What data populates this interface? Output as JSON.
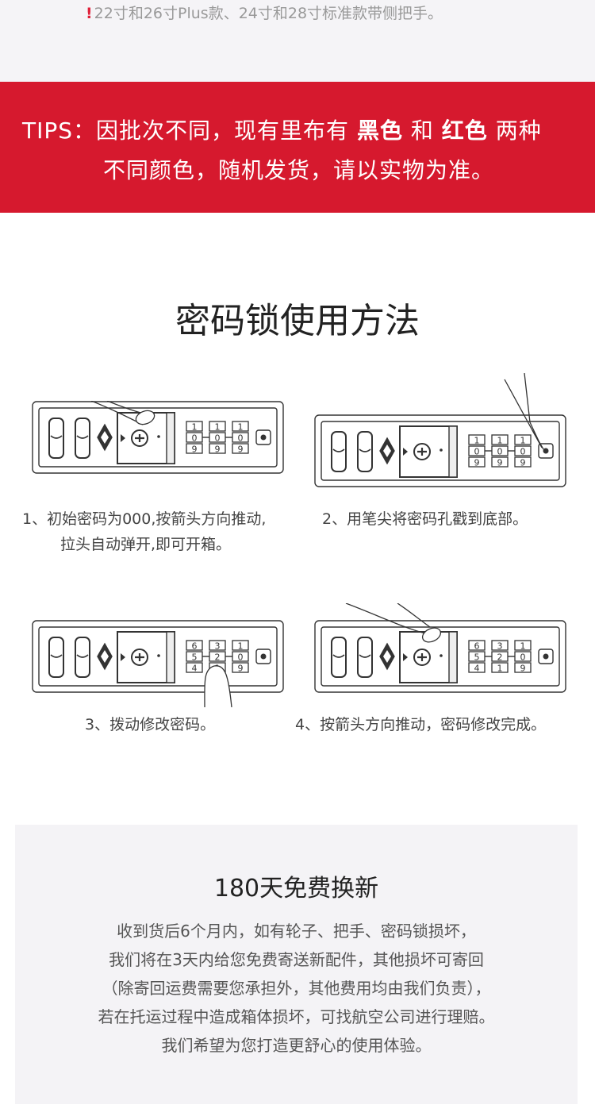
{
  "top_note": {
    "mark": "!",
    "text": "22寸和26寸Plus款、24寸和28寸标准款带侧把手。"
  },
  "tips": {
    "line1_prefix": "TIPS：因批次不同，现有里布有",
    "black": "黑色",
    "and": "和",
    "red": "红色",
    "line1_suffix": "两种",
    "line2": "不同颜色，随机发货，请以实物为准。"
  },
  "lock_section": {
    "title": "密码锁使用方法",
    "steps": [
      {
        "line1": "1、初始密码为000,按箭头方向推动,",
        "line2": "拉头自动弹开,即可开箱。",
        "digits": [
          [
            "1",
            "0",
            "9"
          ],
          [
            "1",
            "0",
            "9"
          ],
          [
            "1",
            "0",
            "9"
          ]
        ]
      },
      {
        "line1": "2、用笔尖将密码孔戳到底部。",
        "line2": "",
        "digits": [
          [
            "1",
            "0",
            "9"
          ],
          [
            "1",
            "0",
            "9"
          ],
          [
            "1",
            "0",
            "9"
          ]
        ]
      },
      {
        "line1": "3、拨动修改密码。",
        "line2": "",
        "digits": [
          [
            "6",
            "5",
            "4"
          ],
          [
            "3",
            "2",
            "1"
          ],
          [
            "1",
            "0",
            "9"
          ]
        ]
      },
      {
        "line1": "4、按箭头方向推动，密码修改完成。",
        "line2": "",
        "digits": [
          [
            "6",
            "5",
            "4"
          ],
          [
            "3",
            "2",
            "1"
          ],
          [
            "1",
            "0",
            "9"
          ]
        ]
      }
    ]
  },
  "warranty": {
    "title": "180天免费换新",
    "lines": [
      "收到货后6个月内，如有轮子、把手、密码锁损坏，",
      "我们将在3天内给您免费寄送新配件，其他损坏可寄回",
      "（除寄回运费需要您承担外，其他费用均由我们负责），",
      "若在托运过程中造成箱体损坏，可找航空公司进行理赔。",
      "我们希望为您打造更舒心的使用体验。"
    ]
  },
  "colors": {
    "accent": "#d6192e",
    "panel": "#f4f3f6"
  }
}
